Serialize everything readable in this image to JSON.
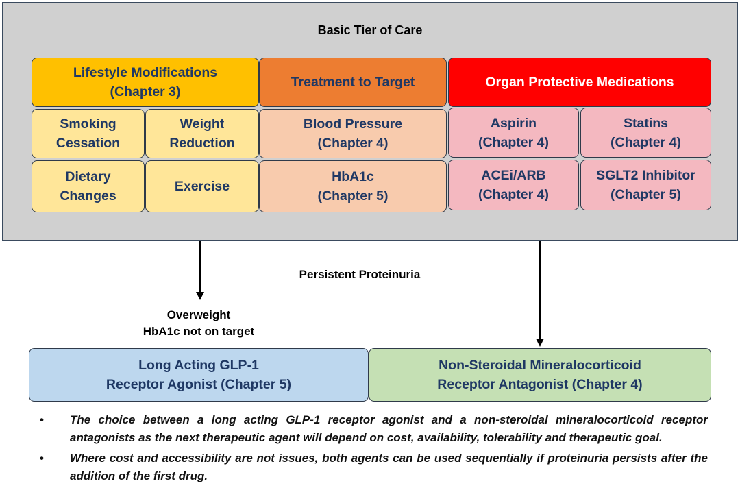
{
  "tier": {
    "title": "Basic Tier of Care",
    "columns": {
      "lifestyle": {
        "header": "Lifestyle Modifications\n(Chapter 3)",
        "items": [
          "Smoking\nCessation",
          "Weight\nReduction",
          "Dietary\nChanges",
          "Exercise"
        ]
      },
      "target": {
        "header": "Treatment to Target",
        "items": [
          "Blood Pressure\n(Chapter 4)",
          "HbA1c\n(Chapter 5)"
        ]
      },
      "organ": {
        "header": "Organ Protective Medications",
        "items": [
          "Aspirin\n(Chapter 4)",
          "Statins\n(Chapter 4)",
          "ACEi/ARB\n(Chapter 4)",
          "SGLT2 Inhibitor\n(Chapter 5)"
        ]
      }
    }
  },
  "flow": {
    "condition_main": "Persistent Proteinuria",
    "condition_left": "Overweight\nHbA1c not on target",
    "option_left": "Long Acting GLP-1\nReceptor Agonist (Chapter 5)",
    "option_right": "Non-Steroidal Mineralocorticoid\nReceptor Antagonist (Chapter 4)"
  },
  "notes": [
    "The choice between a long acting GLP-1 receptor agonist and a non-steroidal mineralocorticoid receptor antagonists as the next therapeutic agent will depend on cost, availability, tolerability and therapeutic goal.",
    "Where cost and accessibility are not issues, both agents can be used sequentially if proteinuria persists after the addition of the first drug."
  ],
  "bullet_symbol": "•",
  "colors": {
    "tier_background": "#d0d0d0",
    "lifestyle_header": "#ffc000",
    "lifestyle_item": "#ffe699",
    "target_header": "#ed7d31",
    "target_item": "#f8cbad",
    "organ_header": "#ff0000",
    "organ_item": "#f4b8c0",
    "glp1_box": "#bdd7ee",
    "mra_box": "#c5e0b4",
    "box_text": "#1f3864"
  }
}
